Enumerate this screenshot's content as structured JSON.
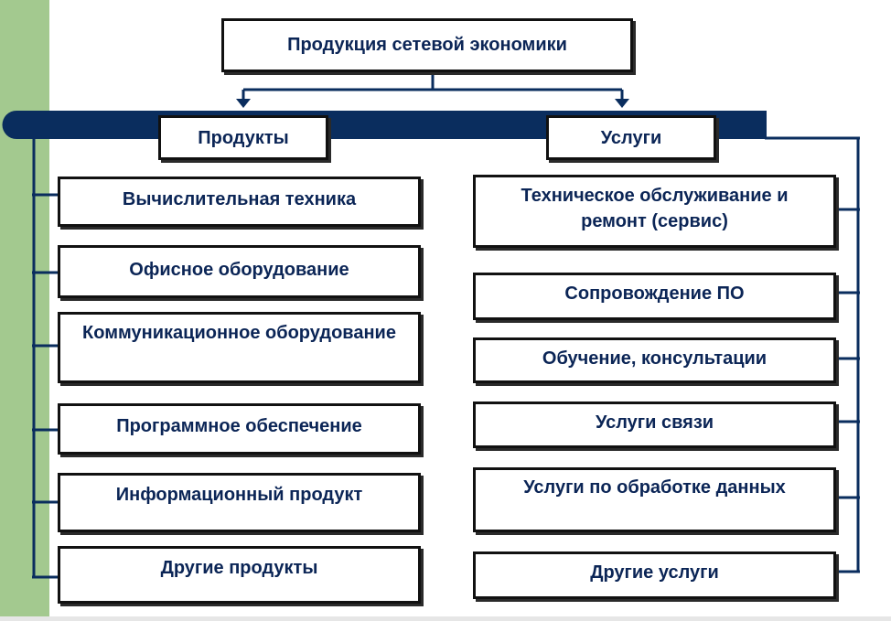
{
  "colors": {
    "accent_band": "#a3c98f",
    "connector": "#0a2d5e",
    "text": "#0b2556",
    "border": "#111111"
  },
  "diagram": {
    "root": "Продукция сетевой экономики",
    "products": {
      "header": "Продукты",
      "items": [
        "Вычислительная техника",
        "Офисное оборудование",
        "Коммуникационное оборудование",
        "Программное обеспечение",
        "Информационный продукт",
        "Другие продукты"
      ]
    },
    "services": {
      "header": "Услуги",
      "items": [
        "Техническое обслуживание и ремонт (сервис)",
        "Сопровождение ПО",
        "Обучение, консультации",
        "Услуги связи",
        "Услуги по обработке данных",
        "Другие услуги"
      ]
    }
  }
}
